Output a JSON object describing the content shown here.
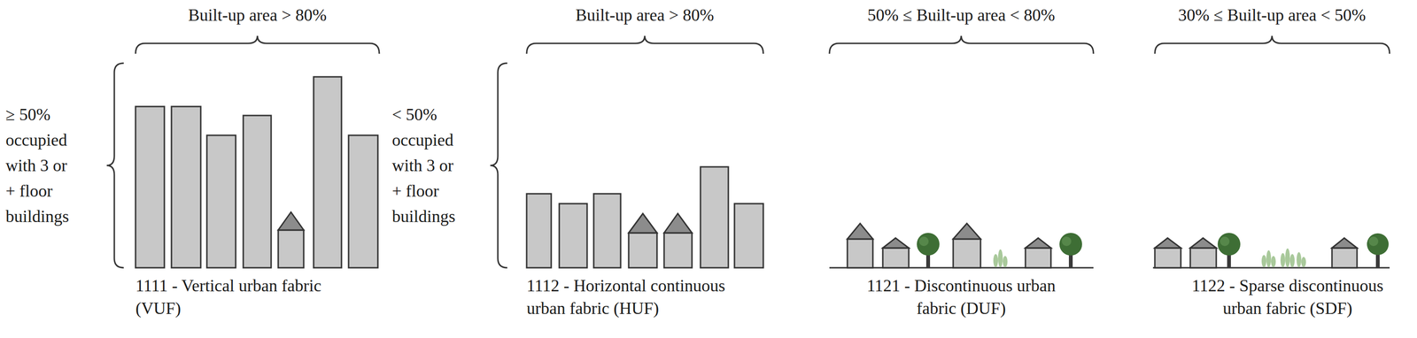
{
  "diagram": {
    "labels": [
      "Built-up area > 80%",
      "Built-up area > 80%",
      "50% ≤ Built-up area < 80%",
      "30% ≤ Built-up area < 50%",
      "≥ 50% occupied with 3 or + floor buildings",
      "< 50% occupied with 3 or + floor buildings",
      "1111 - Vertical urban fabric (VUF)",
      "1112 - Horizontal continuous urban fabric (HUF)",
      "1121 - Discontinuous urban fabric (DUF)",
      "1122 - Sparse discontinuous urban fabric (SDF)"
    ]
  }
}
